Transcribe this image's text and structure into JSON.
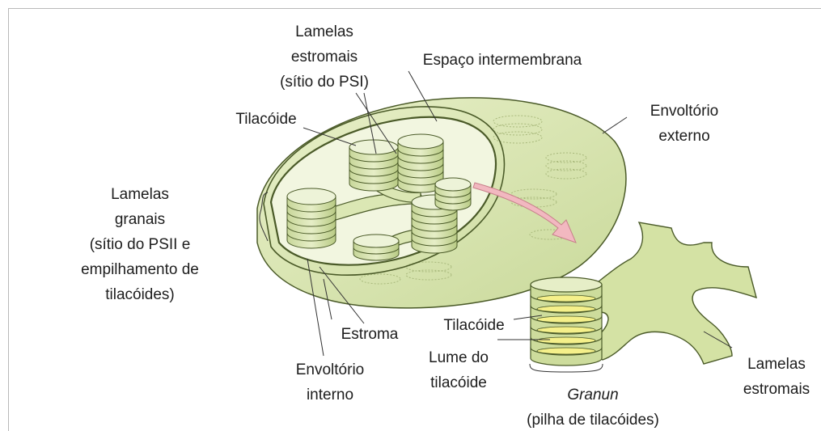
{
  "labels": {
    "lamelas_estromais_top": [
      "Lamelas",
      "estromais",
      "(sítio do PSI)"
    ],
    "espaco_intermembrana": "Espaço intermembrana",
    "tilacoide_top": "Tilacóide",
    "envoltorio_externo": [
      "Envoltório",
      "externo"
    ],
    "lamelas_granais": [
      "Lamelas",
      "granais",
      "(sítio do PSII e",
      "empilhamento de",
      "tilacóides)"
    ],
    "estroma": "Estroma",
    "envoltorio_interno": [
      "Envoltório",
      "interno"
    ],
    "tilacoide_bottom": "Tilacóide",
    "lume": [
      "Lume do",
      "tilacóide"
    ],
    "granun": "Granun",
    "pilha": "(pilha de tilacóides)",
    "lamelas_estromais_right": [
      "Lamelas",
      "estromais"
    ]
  },
  "colors": {
    "outer_fill": "#dbe7b4",
    "inner_fill": "#edf3d8",
    "stroke": "#4a5a28",
    "lumen": "#f5f08a",
    "arrow": "#f2b8c0"
  }
}
